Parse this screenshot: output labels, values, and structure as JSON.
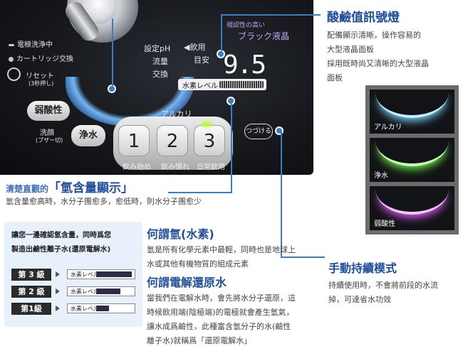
{
  "panel": {
    "label_wash": "電極洗浄中",
    "label_cartridge": "カートリッジ交換",
    "label_reset": "リセット",
    "label_reset_sub": "(3秒押し)",
    "btn_weak_acid": "弱酸性",
    "label_face_wash": "洗顔",
    "label_face_wash_sub": "(ブザー切)",
    "btn_pure_water": "浄水",
    "alkali_header": "アルカリ",
    "num_1": "1",
    "num_2": "2",
    "num_3": "3",
    "label_start": "飲み始め",
    "label_used": "飲み慣れ",
    "label_daily": "日常飲用",
    "label_set_ph": "設定pH",
    "label_flow": "流量",
    "label_replace": "交換",
    "label_drink": "◀飲用",
    "label_guide": "目安",
    "lcd_value": "9.5",
    "lcd_note": "視認性の高い",
    "lcd_note2": "ブラック液晶",
    "hydrogen_level": "水素レベル",
    "btn_continue": "つづける"
  },
  "callout_ph": {
    "title": "酸鹼值訊號燈",
    "body": [
      "配備顯示清晰，操作容易的",
      "大型液晶面板",
      "採用既時尚又清晰的大型液晶",
      "面板"
    ]
  },
  "callout_hydrogen": {
    "prefix": "清楚直觀的",
    "title": "「氫含量顯示」",
    "body": "氫含量愈高時，水分子團愈多，愈低時，則水分子團愈少"
  },
  "thumbs": [
    {
      "label": "アルカリ",
      "color": "#7fd8ff"
    },
    {
      "label": "浄水",
      "color": "#6cf24a"
    },
    {
      "label": "弱酸性",
      "color": "#e05bff"
    }
  ],
  "infobox": {
    "line1": "讓您一邊確認氫含量，同時爲您",
    "line2": "製造出鹼性離子水(還原電解水)",
    "levels": [
      "第 3 級",
      "第 2 級",
      "第1級"
    ],
    "bar_label": "水素レベル"
  },
  "what_hydrogen": {
    "title": "何謂氫(水素)",
    "body": [
      "氫是所有化學元素中最輕，同時也是地球上",
      "水或其他有機物質的組成元素"
    ]
  },
  "what_reduced": {
    "title": "何謂電解還原水",
    "body": [
      "當我們在電解水時，會先將水分子還原，這",
      "時候飲用端(陰極端)的電極就會產生氫氣，",
      "讓水成爲鹼性，此種富含氫分子的水(鹼性",
      "離子水)就稱爲「還原電解水」"
    ]
  },
  "continuous": {
    "title": "手動持續模式",
    "body": [
      "持續使用時，不會將前段的水流",
      "掉，可達省水功效"
    ]
  }
}
